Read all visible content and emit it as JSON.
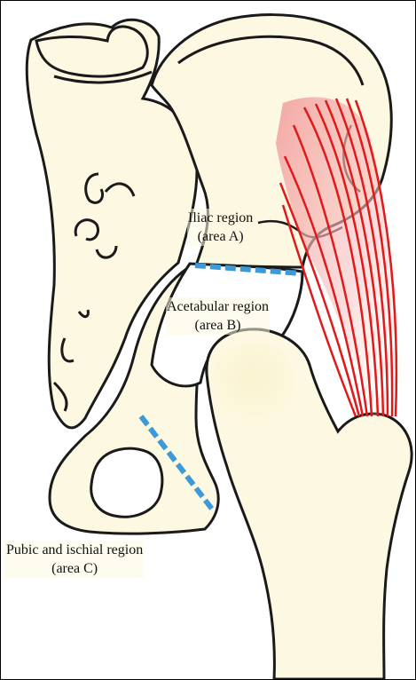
{
  "figure": {
    "regions": [
      {
        "id": "iliac",
        "line1": "Iliac region",
        "line2": "(area A)"
      },
      {
        "id": "acetabular",
        "line1": "Acetabular region",
        "line2": "(area B)"
      },
      {
        "id": "pubic",
        "line1": "Pubic and ischial region",
        "line2": "(area C)"
      }
    ]
  },
  "colors": {
    "bone_fill": "#fdf8e1",
    "outline": "#1a1a1a",
    "muscle_fibers": "#e0191b",
    "muscle_shading": "#f4a3a3",
    "region_divider": "#3d9ad8",
    "background": "#ffffff"
  }
}
